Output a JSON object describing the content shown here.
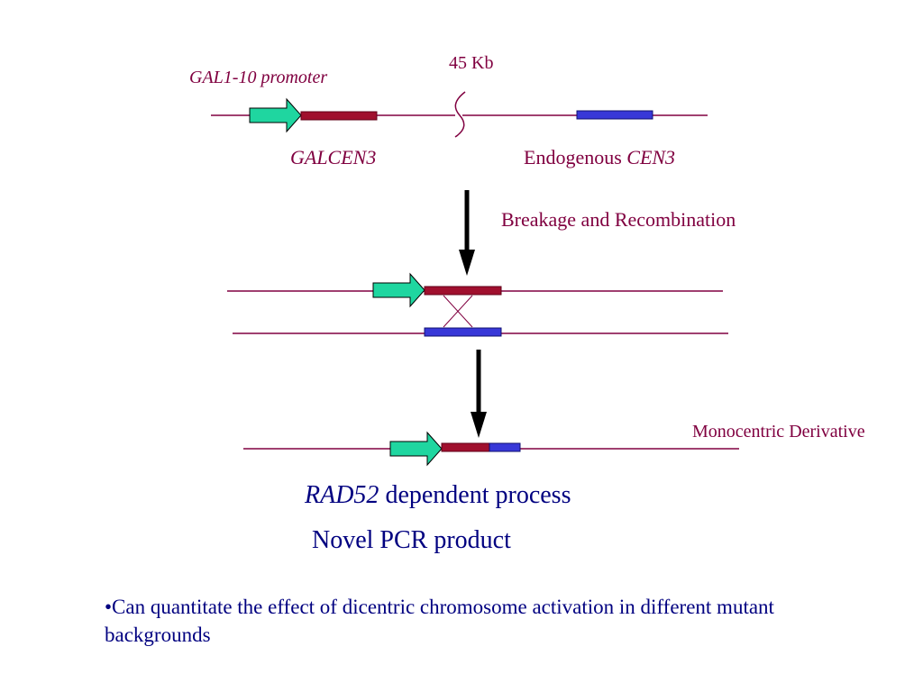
{
  "labels": {
    "distance": "45 Kb",
    "promoter": "GAL1-10 promoter",
    "galcen": "GALCEN3",
    "endogenous_prefix": "Endogenous ",
    "endogenous_gene": "CEN3",
    "step1": "Breakage and Recombination",
    "step2": "Monocentric Derivative",
    "rad52_gene": "RAD52",
    "rad52_rest": " dependent process",
    "pcr": "Novel PCR product",
    "bullet": "•Can quantitate the effect of dicentric chromosome activation in different mutant backgrounds"
  },
  "colors": {
    "chromosome_line": "#800040",
    "promoter_arrow": "#1fd6a0",
    "galcen_block": "#a0102e",
    "cen3_block": "#3838d8",
    "step_arrow": "#000000",
    "text_maroon": "#800040",
    "text_navy": "#000080"
  }
}
